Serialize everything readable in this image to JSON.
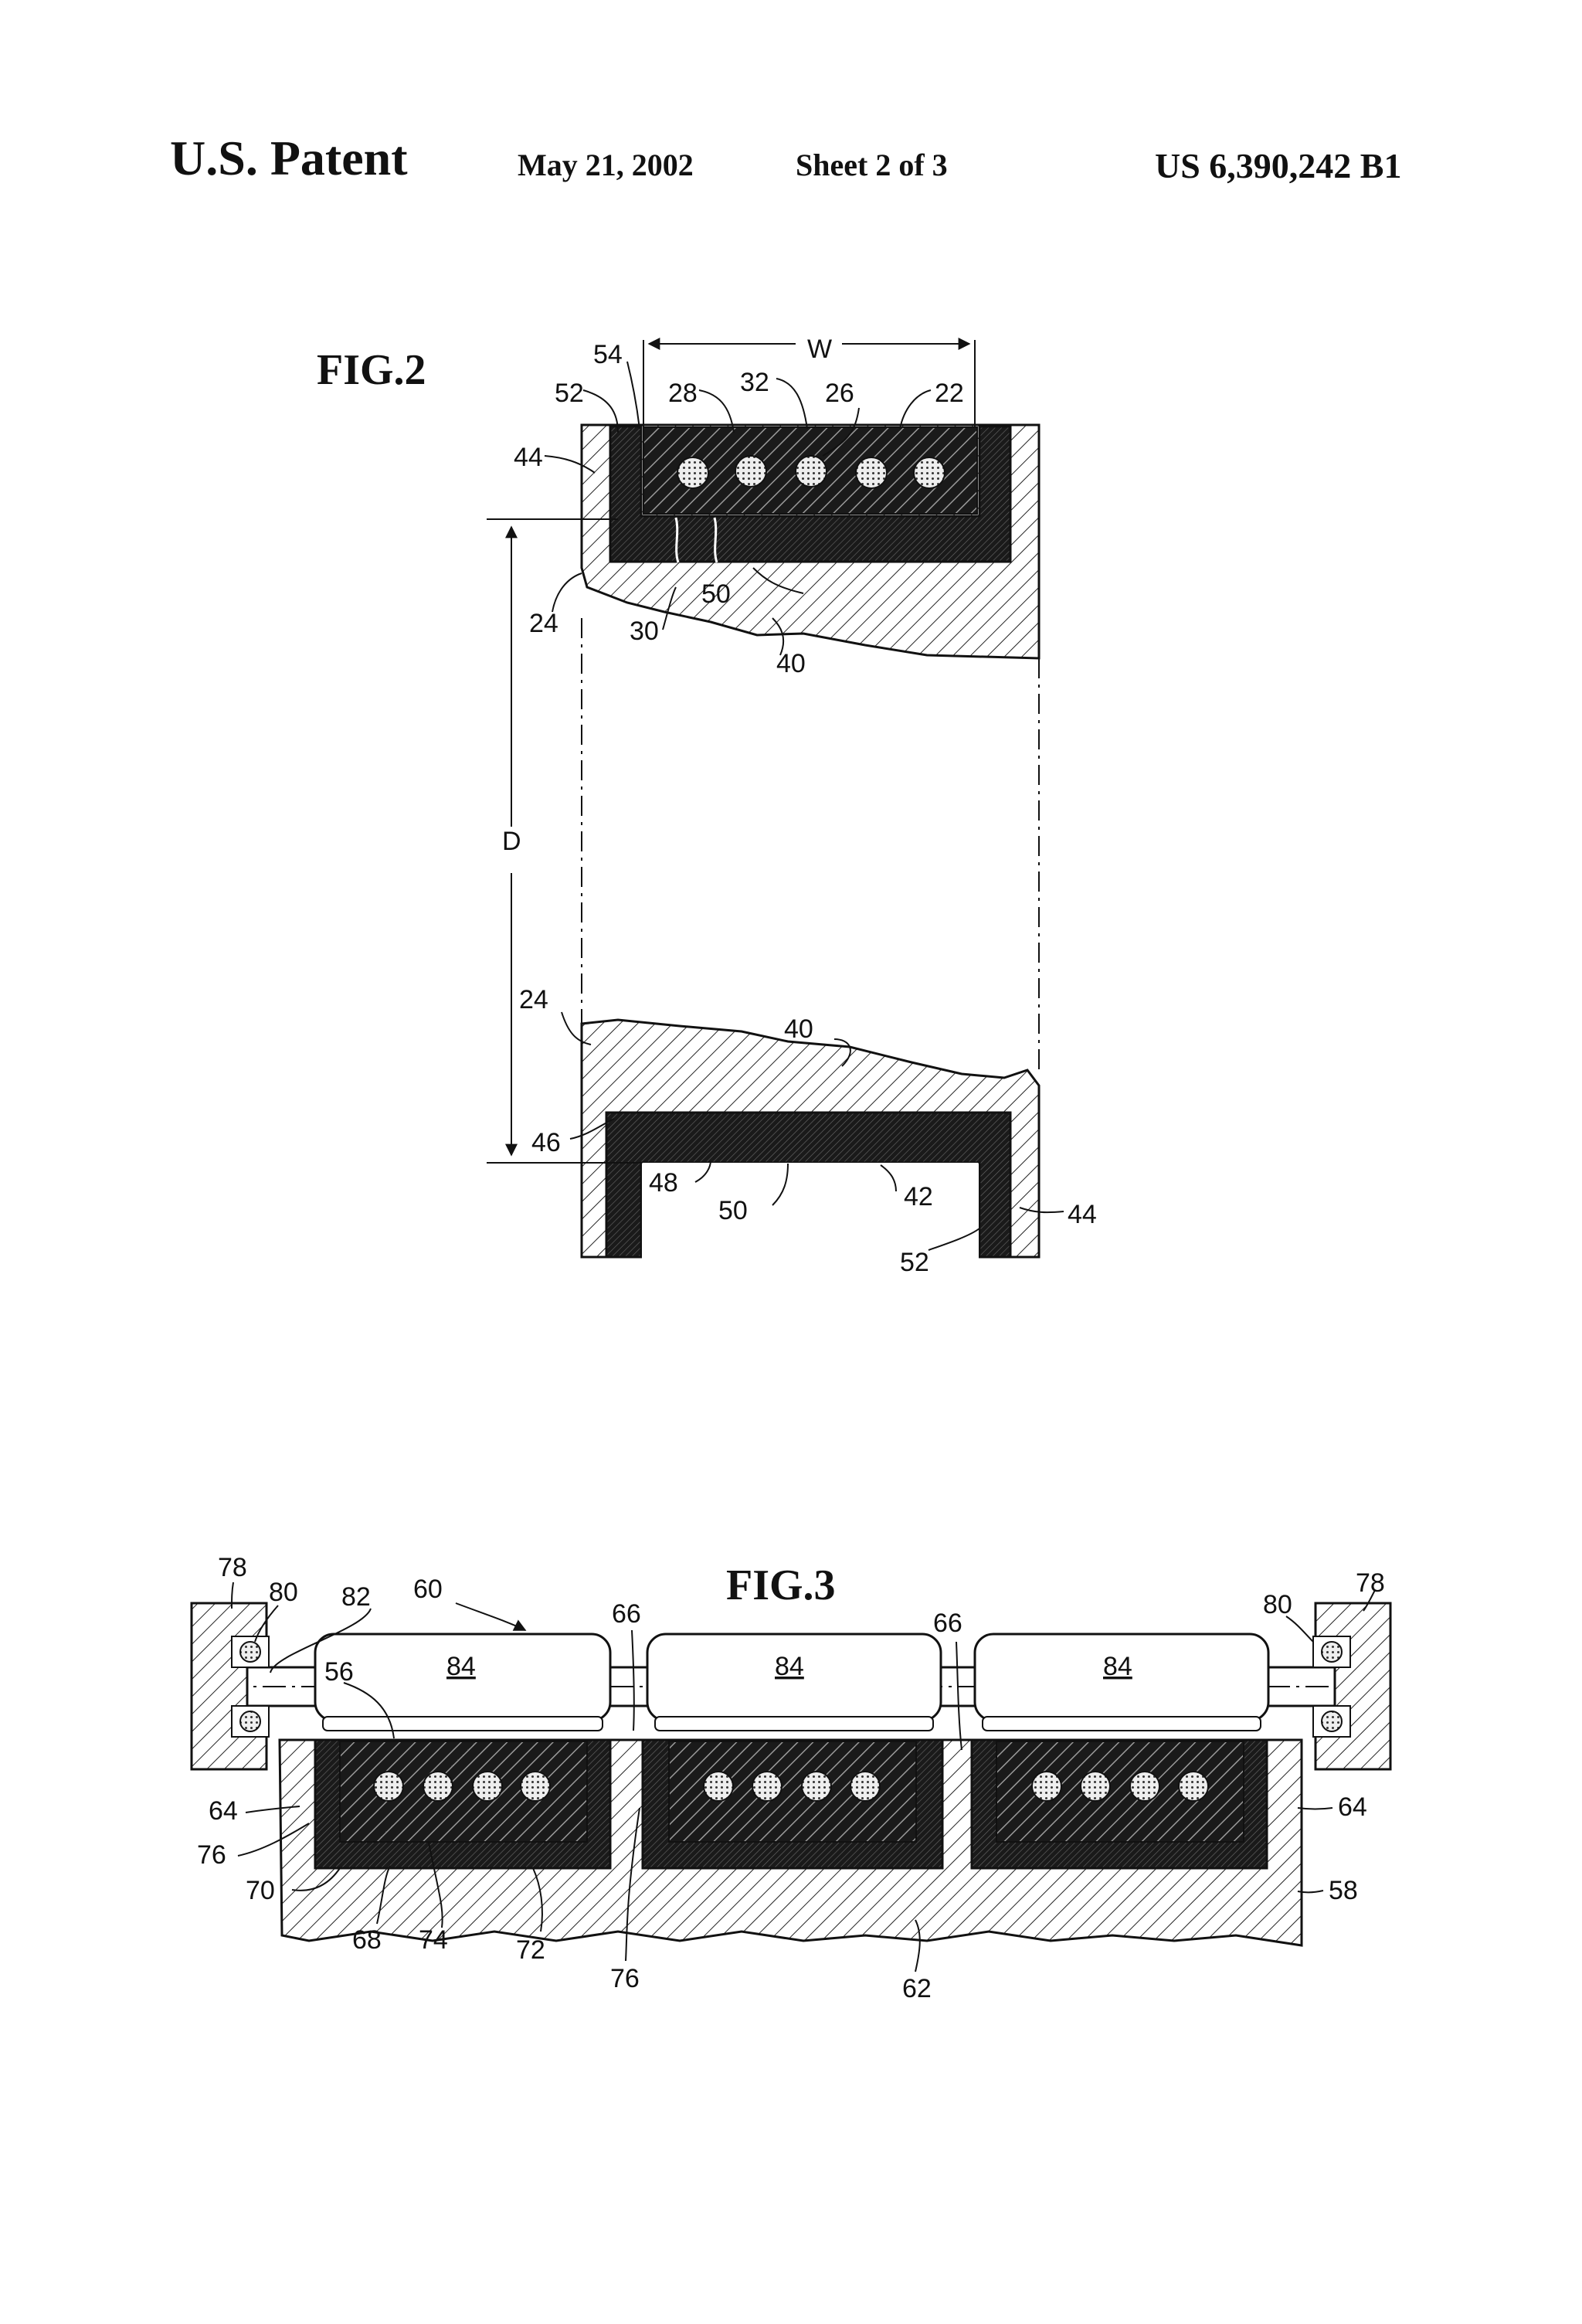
{
  "header": {
    "left": "U.S. Patent",
    "date": "May 21, 2002",
    "sheet": "Sheet 2 of 3",
    "number": "US 6,390,242 B1"
  },
  "fig2": {
    "title": "FIG.2",
    "dims": {
      "width": "W",
      "diameter": "D"
    },
    "labels": {
      "l54": "54",
      "l52a": "52",
      "l28": "28",
      "l32": "32",
      "l26": "26",
      "l22": "22",
      "l44a": "44",
      "l24a": "24",
      "l30": "30",
      "l50a": "50",
      "l40a": "40",
      "l24b": "24",
      "l40b": "40",
      "l46": "46",
      "l48": "48",
      "l50b": "50",
      "l42": "42",
      "l44b": "44",
      "l52b": "52"
    }
  },
  "fig3": {
    "title": "FIG.3",
    "labels": {
      "l78a": "78",
      "l80a": "80",
      "l82": "82",
      "l60": "60",
      "l66a": "66",
      "l66b": "66",
      "l80b": "80",
      "l78b": "78",
      "l84a": "84",
      "l84b": "84",
      "l84c": "84",
      "l56": "56",
      "l64a": "64",
      "l76a": "76",
      "l70": "70",
      "l68": "68",
      "l74": "74",
      "l72": "72",
      "l76b": "76",
      "l62": "62",
      "l64b": "64",
      "l58": "58"
    }
  }
}
